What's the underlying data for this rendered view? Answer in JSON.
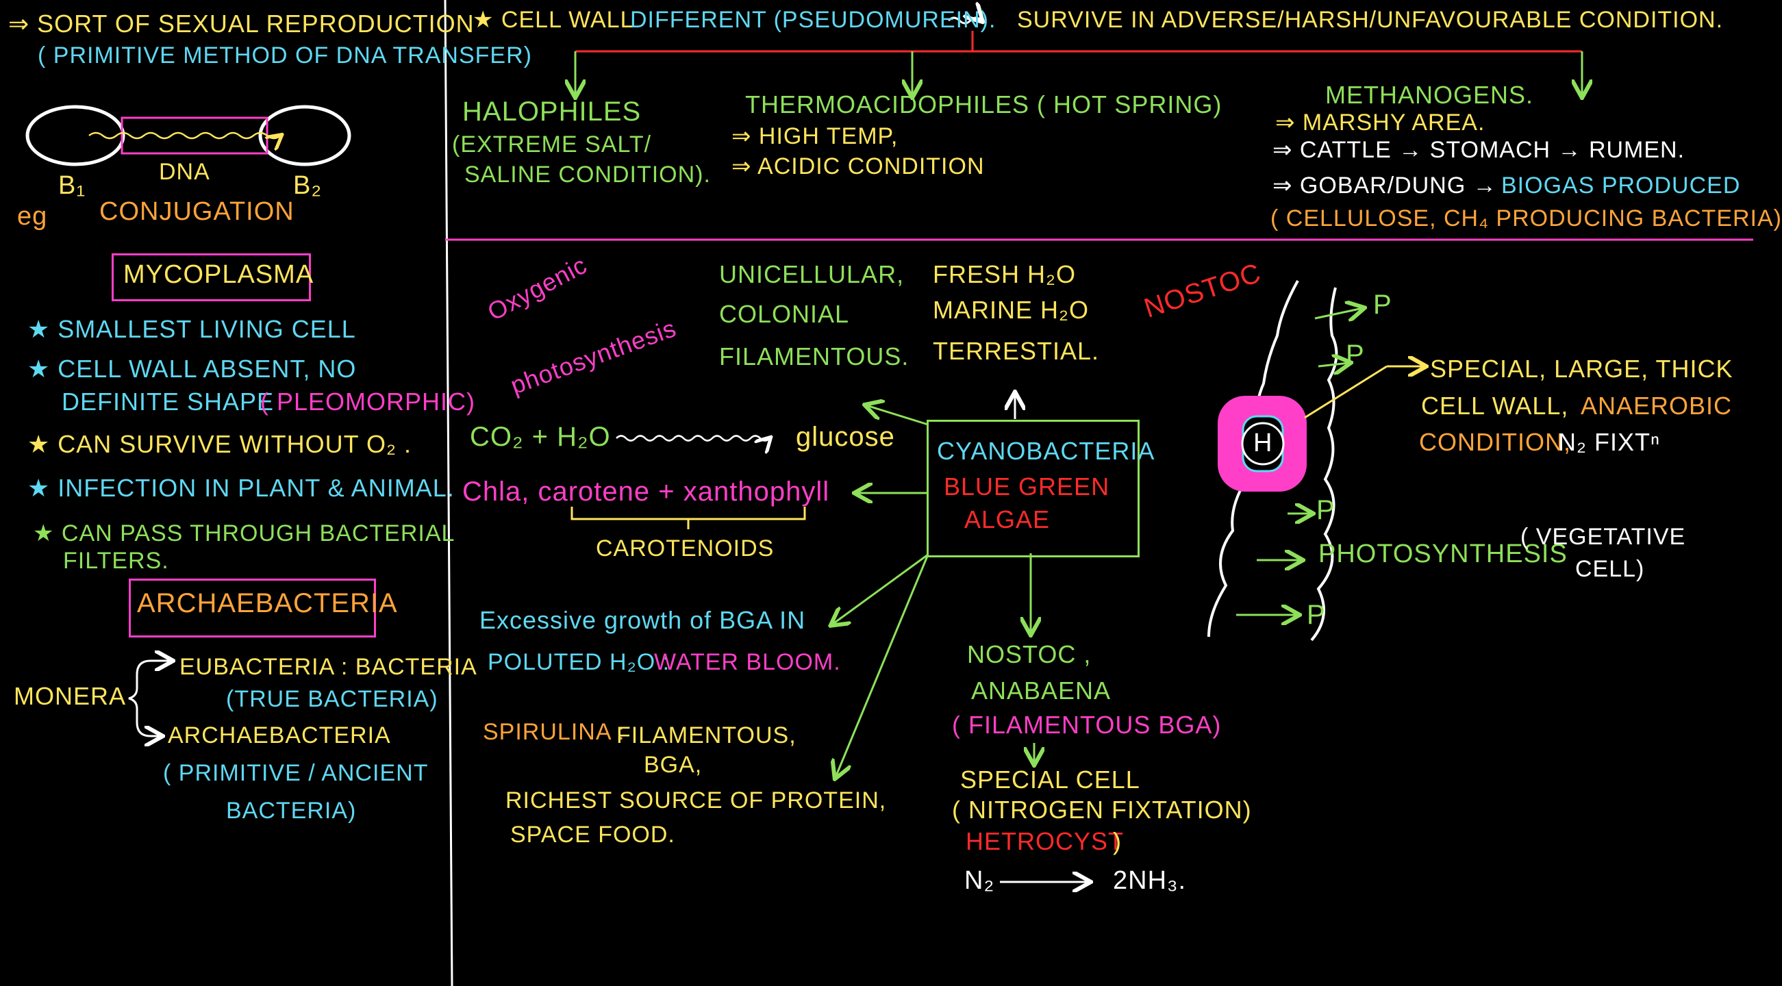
{
  "colors": {
    "yellow": "#ffe55c",
    "cyan": "#5fd8f2",
    "green": "#8ee05a",
    "orange": "#ffa43a",
    "magenta": "#ff3fc8",
    "red": "#ff2a2a",
    "white": "#ffffff"
  },
  "left": {
    "sort_line": "⇒ SORT OF SEXUAL REPRODUCTION",
    "primitive_line": "( PRIMITIVE METHOD OF DNA TRANSFER)",
    "dna_label": "DNA",
    "b1": "B₁",
    "b2": "B₂",
    "eg": "eg",
    "conjugation": "CONJUGATION",
    "mycoplasma": "MYCOPLASMA",
    "myco_points": [
      "★ SMALLEST LIVING CELL",
      "★ CELL WALL ABSENT, NO",
      "DEFINITE SHAPE",
      "( PLEOMORPHIC)",
      "★ CAN SURVIVE WITHOUT O₂ .",
      "★ INFECTION IN PLANT & ANIMAL.",
      "★ CAN PASS THROUGH BACTERIAL",
      "FILTERS."
    ],
    "archaebacteria_title": "ARCHAEBACTERIA",
    "monera": "MONERA",
    "eubacteria": "EUBACTERIA : BACTERIA",
    "true_bacteria": "(TRUE BACTERIA)",
    "archaebacteria_branch": "ARCHAEBACTERIA",
    "primitive_ancient": "( PRIMITIVE / ANCIENT",
    "bacteria_close": "BACTERIA)"
  },
  "top": {
    "cell_wall": "★ CELL WALL",
    "different": "DIFFERENT (PSEUDOMUREIN).",
    "survive": "SURVIVE IN ADVERSE/HARSH/UNFAVOURABLE CONDITION.",
    "halophiles": "HALOPHILES",
    "halophiles_desc1": "(EXTREME SALT/",
    "halophiles_desc2": "SALINE CONDITION).",
    "thermo": "THERMOACIDOPHILES ( HOT SPRING)",
    "thermo_1": "⇒ HIGH TEMP,",
    "thermo_2": "⇒ ACIDIC CONDITION",
    "methanogens": "METHANOGENS.",
    "meth_1": "⇒ MARSHY AREA.",
    "meth_2": "⇒ CATTLE → STOMACH → RUMEN.",
    "meth_3a": "⇒ GOBAR/DUNG →",
    "meth_3b": "BIOGAS PRODUCED",
    "meth_4": "( CELLULOSE, CH₄ PRODUCING BACTERIA)"
  },
  "cyano": {
    "oxygenic": "Oxygenic",
    "photosynthesis": "photosynthesis",
    "unicellular": "UNICELLULAR,",
    "colonial": "COLONIAL",
    "filamentous": "FILAMENTOUS.",
    "fresh": "FRESH H₂O",
    "marine": "MARINE H₂O",
    "terrestial": "TERRESTIAL.",
    "equation_left": "CO₂ + H₂O",
    "glucose": "glucose",
    "pigments": "Chla, carotene + xanthophyll",
    "carotenoids": "CAROTENOIDS",
    "center_1": "CYANOBACTERIA",
    "center_2": "BLUE GREEN",
    "center_3": "ALGAE",
    "excessive": "Excessive growth of BGA IN",
    "polluted": "POLUTED H₂O :",
    "water_bloom": "WATER BLOOM.",
    "spirulina": "SPIRULINA :",
    "spirulina_desc": "FILAMENTOUS,",
    "bga": "BGA,",
    "richest": "RICHEST SOURCE OF PROTEIN,",
    "space_food": "SPACE FOOD.",
    "nostoc": "NOSTOC ,",
    "anabaena": "ANABAENA",
    "filamentous_bga": "( FILAMENTOUS BGA)",
    "special_cell": "SPECIAL CELL",
    "nitrogen": "( NITROGEN FIXTATION)",
    "hetrocyst": "HETROCYST",
    "hetro_close": ")",
    "n2": "N₂",
    "nh3": "2NH₃."
  },
  "nostoc": {
    "title": "NOSTOC",
    "p": "P",
    "h": "H",
    "special_1": "SPECIAL, LARGE, THICK",
    "special_2": "CELL WALL,",
    "anaerobic": "ANAEROBIC",
    "condition": "CONDITION,",
    "n2fix": "N₂ FIXTⁿ",
    "photosynthesis": "PHOTOSYNTHESIS",
    "vegetative": "( VEGETATIVE",
    "cell": "CELL)"
  }
}
